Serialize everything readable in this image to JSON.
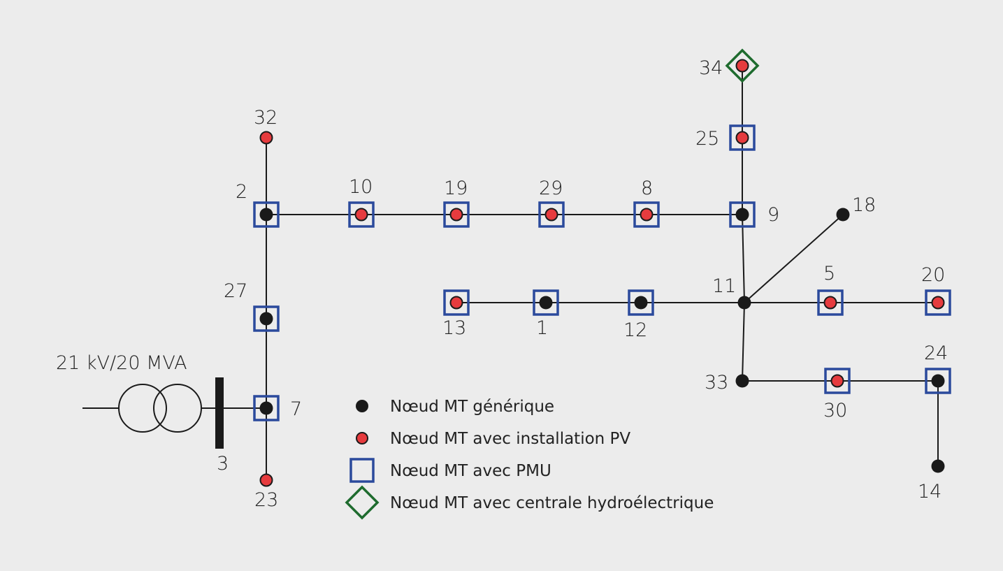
{
  "colors": {
    "background": "#ececec",
    "line": "#1a1a1a",
    "generic_node": "#1a1a1a",
    "pv_node": "#e63b3e",
    "pmu_box": "#2b4a9c",
    "hydro_diamond": "#1e6b2e"
  },
  "transformer": {
    "label": "21 kV/20 MVA"
  },
  "busbar": {
    "label": "3"
  },
  "nodes": [
    {
      "id": "7",
      "pv": false,
      "pmu": true,
      "hydro": false
    },
    {
      "id": "23",
      "pv": true,
      "pmu": false,
      "hydro": false
    },
    {
      "id": "27",
      "pv": false,
      "pmu": true,
      "hydro": false
    },
    {
      "id": "2",
      "pv": false,
      "pmu": true,
      "hydro": false
    },
    {
      "id": "32",
      "pv": true,
      "pmu": false,
      "hydro": false
    },
    {
      "id": "10",
      "pv": true,
      "pmu": true,
      "hydro": false
    },
    {
      "id": "19",
      "pv": true,
      "pmu": true,
      "hydro": false
    },
    {
      "id": "29",
      "pv": true,
      "pmu": true,
      "hydro": false
    },
    {
      "id": "8",
      "pv": true,
      "pmu": true,
      "hydro": false
    },
    {
      "id": "9",
      "pv": false,
      "pmu": true,
      "hydro": false
    },
    {
      "id": "25",
      "pv": true,
      "pmu": true,
      "hydro": false
    },
    {
      "id": "34",
      "pv": true,
      "pmu": false,
      "hydro": true
    },
    {
      "id": "11",
      "pv": false,
      "pmu": false,
      "hydro": false
    },
    {
      "id": "18",
      "pv": false,
      "pmu": false,
      "hydro": false
    },
    {
      "id": "12",
      "pv": false,
      "pmu": true,
      "hydro": false
    },
    {
      "id": "1",
      "pv": false,
      "pmu": true,
      "hydro": false
    },
    {
      "id": "13",
      "pv": true,
      "pmu": true,
      "hydro": false
    },
    {
      "id": "5",
      "pv": true,
      "pmu": true,
      "hydro": false
    },
    {
      "id": "20",
      "pv": true,
      "pmu": true,
      "hydro": false
    },
    {
      "id": "33",
      "pv": false,
      "pmu": false,
      "hydro": false
    },
    {
      "id": "30",
      "pv": true,
      "pmu": true,
      "hydro": false
    },
    {
      "id": "24",
      "pv": false,
      "pmu": true,
      "hydro": false
    },
    {
      "id": "14",
      "pv": false,
      "pmu": false,
      "hydro": false
    }
  ],
  "edges": [
    [
      "3",
      "7"
    ],
    [
      "7",
      "23"
    ],
    [
      "7",
      "27"
    ],
    [
      "27",
      "2"
    ],
    [
      "2",
      "32"
    ],
    [
      "2",
      "10"
    ],
    [
      "10",
      "19"
    ],
    [
      "19",
      "29"
    ],
    [
      "29",
      "8"
    ],
    [
      "8",
      "9"
    ],
    [
      "9",
      "25"
    ],
    [
      "25",
      "34"
    ],
    [
      "9",
      "11"
    ],
    [
      "11",
      "18"
    ],
    [
      "11",
      "12"
    ],
    [
      "12",
      "1"
    ],
    [
      "1",
      "13"
    ],
    [
      "11",
      "5"
    ],
    [
      "5",
      "20"
    ],
    [
      "11",
      "33"
    ],
    [
      "33",
      "30"
    ],
    [
      "30",
      "24"
    ],
    [
      "24",
      "14"
    ]
  ],
  "legend": [
    {
      "symbol": "generic",
      "label": "Nœud MT générique"
    },
    {
      "symbol": "pv",
      "label": "Nœud MT avec installation PV"
    },
    {
      "symbol": "pmu",
      "label": "Nœud MT avec PMU"
    },
    {
      "symbol": "hydro",
      "label": "Nœud MT avec centrale hydroélectrique"
    }
  ]
}
